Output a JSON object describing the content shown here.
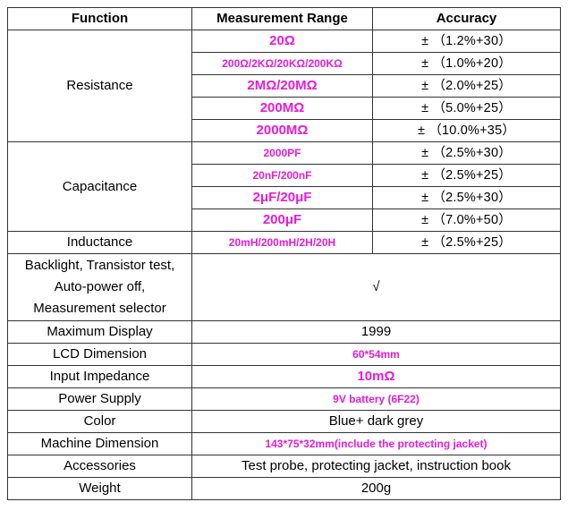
{
  "headers": {
    "function": "Function",
    "range": "Measurement Range",
    "accuracy": "Accuracy"
  },
  "resistance": {
    "label": "Resistance",
    "rows": [
      {
        "range": "20Ω",
        "accuracy": "± （1.2%+30）"
      },
      {
        "range": "200Ω/2KΩ/20KΩ/200KΩ",
        "accuracy": "± （1.0%+20）"
      },
      {
        "range": "2MΩ/20MΩ",
        "accuracy": "± （2.0%+25）"
      },
      {
        "range": "200MΩ",
        "accuracy": "± （5.0%+25）"
      },
      {
        "range": "2000MΩ",
        "accuracy": "± （10.0%+35）"
      }
    ]
  },
  "capacitance": {
    "label": "Capacitance",
    "rows": [
      {
        "range": "2000PF",
        "accuracy": "± （2.5%+30）"
      },
      {
        "range": "20nF/200nF",
        "accuracy": "± （2.5%+25）"
      },
      {
        "range": "2μF/20μF",
        "accuracy": "± （2.5%+30）"
      },
      {
        "range": "200μF",
        "accuracy": "± （7.0%+50）"
      }
    ]
  },
  "inductance": {
    "label": "Inductance",
    "range": "20mH/200mH/2H/20H",
    "accuracy": "± （2.5%+25）"
  },
  "features": {
    "line1": "Backlight, Transistor test,",
    "line2": "Auto-power off,",
    "line3": "Measurement selector",
    "value": "√"
  },
  "specs": [
    {
      "label": "Maximum Display",
      "value": "1999"
    },
    {
      "label": "LCD Dimension",
      "value": "60*54mm"
    },
    {
      "label": "Input Impedance",
      "value": "10mΩ"
    },
    {
      "label": "Power Supply",
      "value": "9V battery (6F22)"
    },
    {
      "label": "Color",
      "value": "Blue+ dark grey"
    },
    {
      "label": "Machine Dimension",
      "value": "143*75*32mm(include the protecting jacket)"
    },
    {
      "label": "Accessories",
      "value": "Test probe, protecting jacket, instruction book"
    },
    {
      "label": "Weight",
      "value": "200g"
    }
  ],
  "colors": {
    "highlight": "#e51cd8",
    "border": "#333333",
    "text": "#000000"
  }
}
